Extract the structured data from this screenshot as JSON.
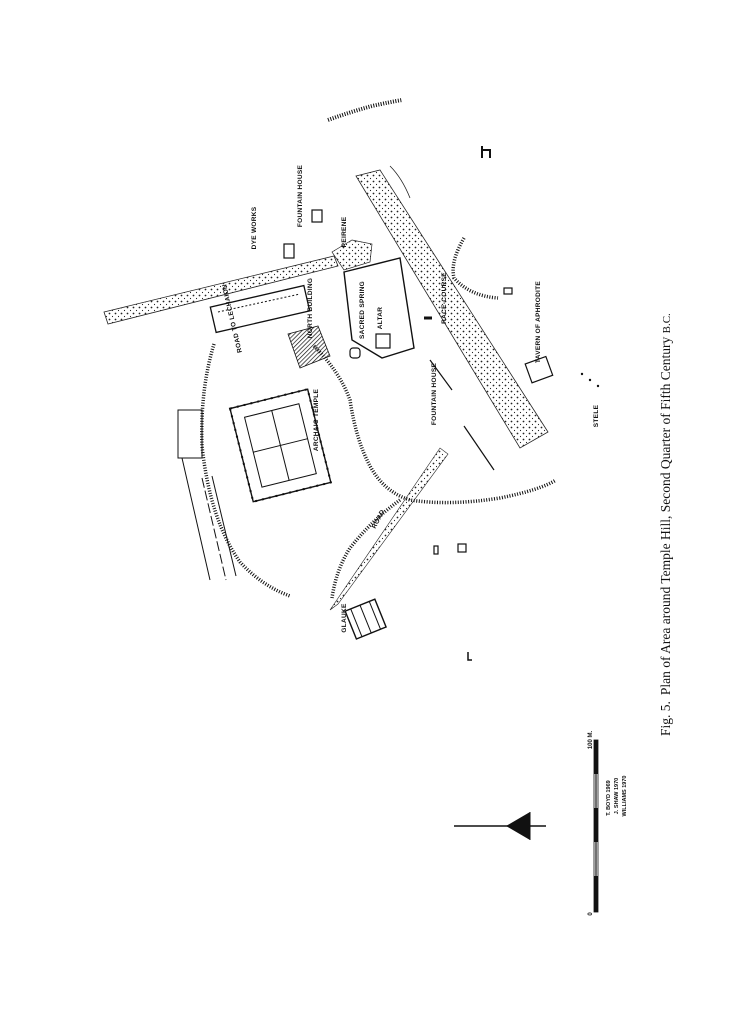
{
  "caption": {
    "fig_number": "Fig. 5.",
    "title": "Plan of Area around Temple Hill, Second Quarter of Fifth Century",
    "era": "B.C."
  },
  "labels": {
    "road_to_lechaion": "ROAD TO LECHAION",
    "dye_works": "DYE WORKS",
    "fountain_house_north": "FOUNTAIN HOUSE",
    "peirene": "PEIRENE",
    "north_building": "NORTH BUILDING",
    "sacred_spring": "SACRED SPRING",
    "altar": "ALTAR",
    "race_course": "RACE-COURSE",
    "fountain_house_south": "FOUNTAIN HOUSE",
    "tavern_of_aphrodite": "TAVERN OF APHRODITE",
    "stele": "STELE",
    "archaic_temple": "ARCHAIC TEMPLE",
    "road": "ROAD",
    "glauke": "GLAUKE"
  },
  "credits": [
    "T. BOYD 1969",
    "J. SHAW 1970",
    "WILLIAMS 1970"
  ],
  "scale": {
    "start": "0",
    "end": "100 M."
  }
}
